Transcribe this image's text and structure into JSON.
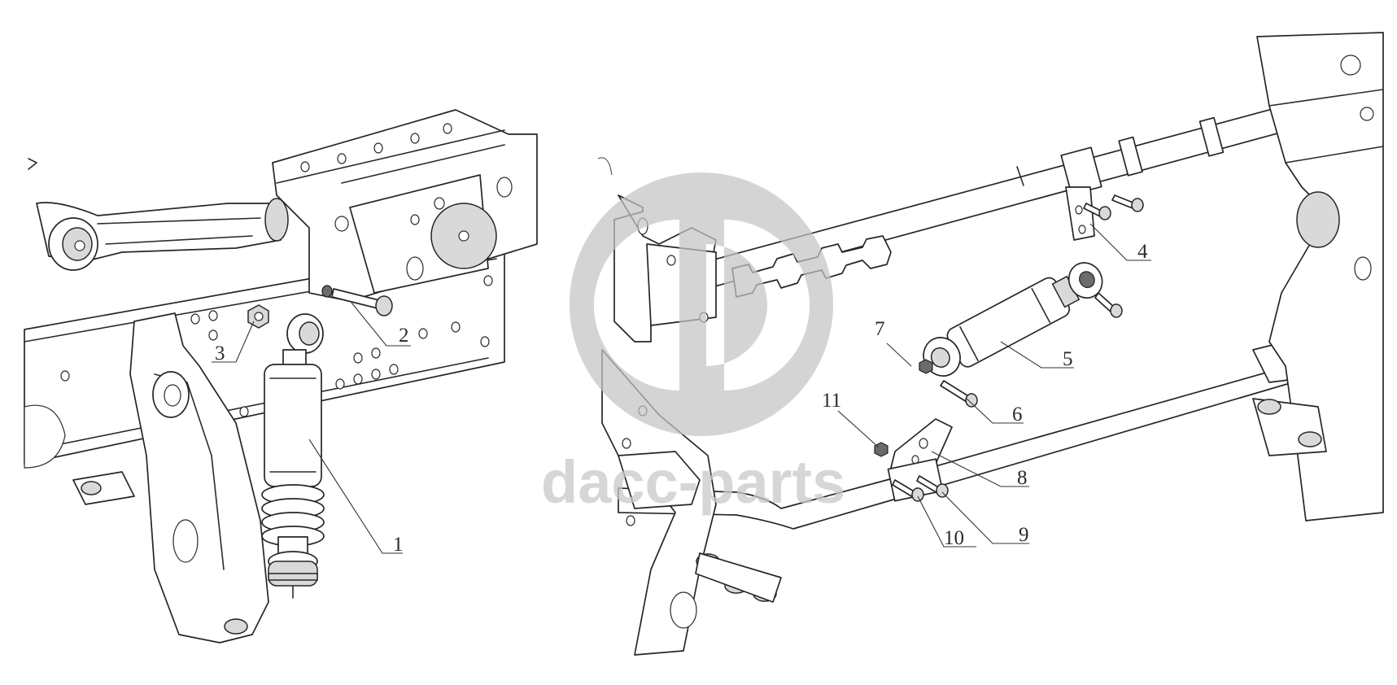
{
  "callouts": [
    {
      "id": "1",
      "label": "1"
    },
    {
      "id": "2",
      "label": "2"
    },
    {
      "id": "3",
      "label": "3"
    },
    {
      "id": "4",
      "label": "4"
    },
    {
      "id": "5",
      "label": "5"
    },
    {
      "id": "6",
      "label": "6"
    },
    {
      "id": "7",
      "label": "7"
    },
    {
      "id": "8",
      "label": "8"
    },
    {
      "id": "9",
      "label": "9"
    },
    {
      "id": "10",
      "label": "10"
    },
    {
      "id": "11",
      "label": "11"
    }
  ],
  "watermark": {
    "text": "dacc-parts"
  },
  "colors": {
    "line": "#2a2a2a",
    "watermark": "#c4c4c4",
    "background": "#ffffff"
  }
}
